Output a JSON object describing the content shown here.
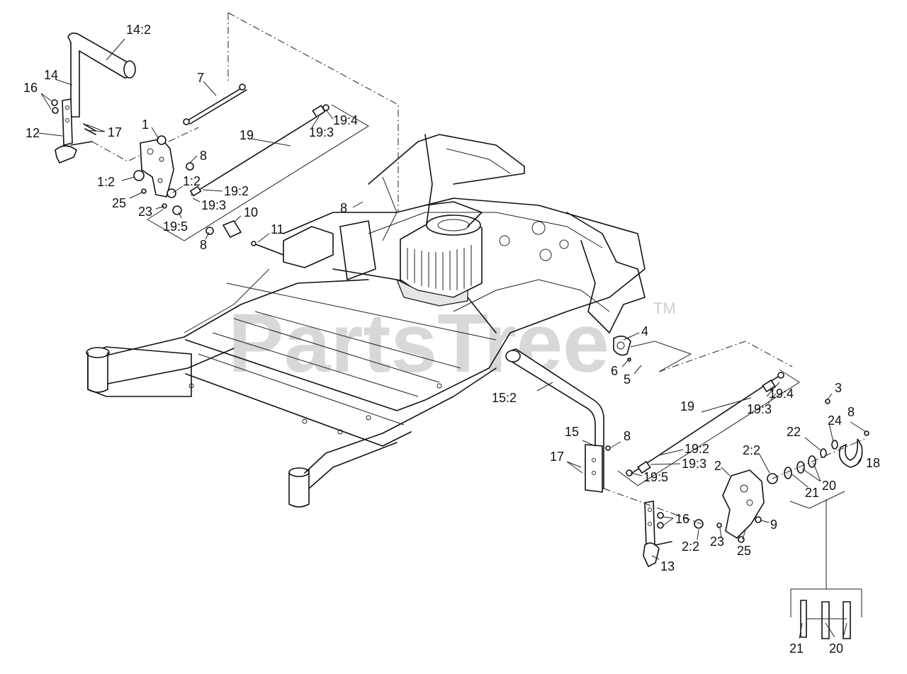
{
  "watermark": {
    "text": "PartsTree",
    "trademark": "TM"
  },
  "callouts": [
    {
      "id": "c-14-2",
      "text": "14:2"
    },
    {
      "id": "c-14",
      "text": "14"
    },
    {
      "id": "c-16a",
      "text": "16"
    },
    {
      "id": "c-12",
      "text": "12"
    },
    {
      "id": "c-17a",
      "text": "17"
    },
    {
      "id": "c-1",
      "text": "1"
    },
    {
      "id": "c-8a",
      "text": "8"
    },
    {
      "id": "c-1-2a",
      "text": "1:2"
    },
    {
      "id": "c-1-2b",
      "text": "1:2"
    },
    {
      "id": "c-25a",
      "text": "25"
    },
    {
      "id": "c-23a",
      "text": "23"
    },
    {
      "id": "c-19-5a",
      "text": "19:5"
    },
    {
      "id": "c-8b",
      "text": "8"
    },
    {
      "id": "c-7",
      "text": "7"
    },
    {
      "id": "c-19a",
      "text": "19"
    },
    {
      "id": "c-19-4a",
      "text": "19:4"
    },
    {
      "id": "c-19-3a",
      "text": "19:3"
    },
    {
      "id": "c-19-2a",
      "text": "19:2"
    },
    {
      "id": "c-19-3b",
      "text": "19:3"
    },
    {
      "id": "c-10",
      "text": "10"
    },
    {
      "id": "c-8c",
      "text": "8"
    },
    {
      "id": "c-11",
      "text": "11"
    },
    {
      "id": "c-4",
      "text": "4"
    },
    {
      "id": "c-6",
      "text": "6"
    },
    {
      "id": "c-5",
      "text": "5"
    },
    {
      "id": "c-15-2",
      "text": "15:2"
    },
    {
      "id": "c-3",
      "text": "3"
    },
    {
      "id": "c-19b",
      "text": "19"
    },
    {
      "id": "c-19-4b",
      "text": "19:4"
    },
    {
      "id": "c-19-3c",
      "text": "19:3"
    },
    {
      "id": "c-8d",
      "text": "8"
    },
    {
      "id": "c-24",
      "text": "24"
    },
    {
      "id": "c-22",
      "text": "22"
    },
    {
      "id": "c-18",
      "text": "18"
    },
    {
      "id": "c-15",
      "text": "15"
    },
    {
      "id": "c-8e",
      "text": "8"
    },
    {
      "id": "c-19-2b",
      "text": "19:2"
    },
    {
      "id": "c-19-3d",
      "text": "19:3"
    },
    {
      "id": "c-19-5b",
      "text": "19:5"
    },
    {
      "id": "c-2-2a",
      "text": "2:2"
    },
    {
      "id": "c-2",
      "text": "2"
    },
    {
      "id": "c-17b",
      "text": "17"
    },
    {
      "id": "c-21a",
      "text": "21"
    },
    {
      "id": "c-20a",
      "text": "20"
    },
    {
      "id": "c-16b",
      "text": "16"
    },
    {
      "id": "c-9",
      "text": "9"
    },
    {
      "id": "c-2-2b",
      "text": "2:2"
    },
    {
      "id": "c-23b",
      "text": "23"
    },
    {
      "id": "c-25b",
      "text": "25"
    },
    {
      "id": "c-13",
      "text": "13"
    },
    {
      "id": "c-21b",
      "text": "21"
    },
    {
      "id": "c-20b",
      "text": "20"
    }
  ]
}
